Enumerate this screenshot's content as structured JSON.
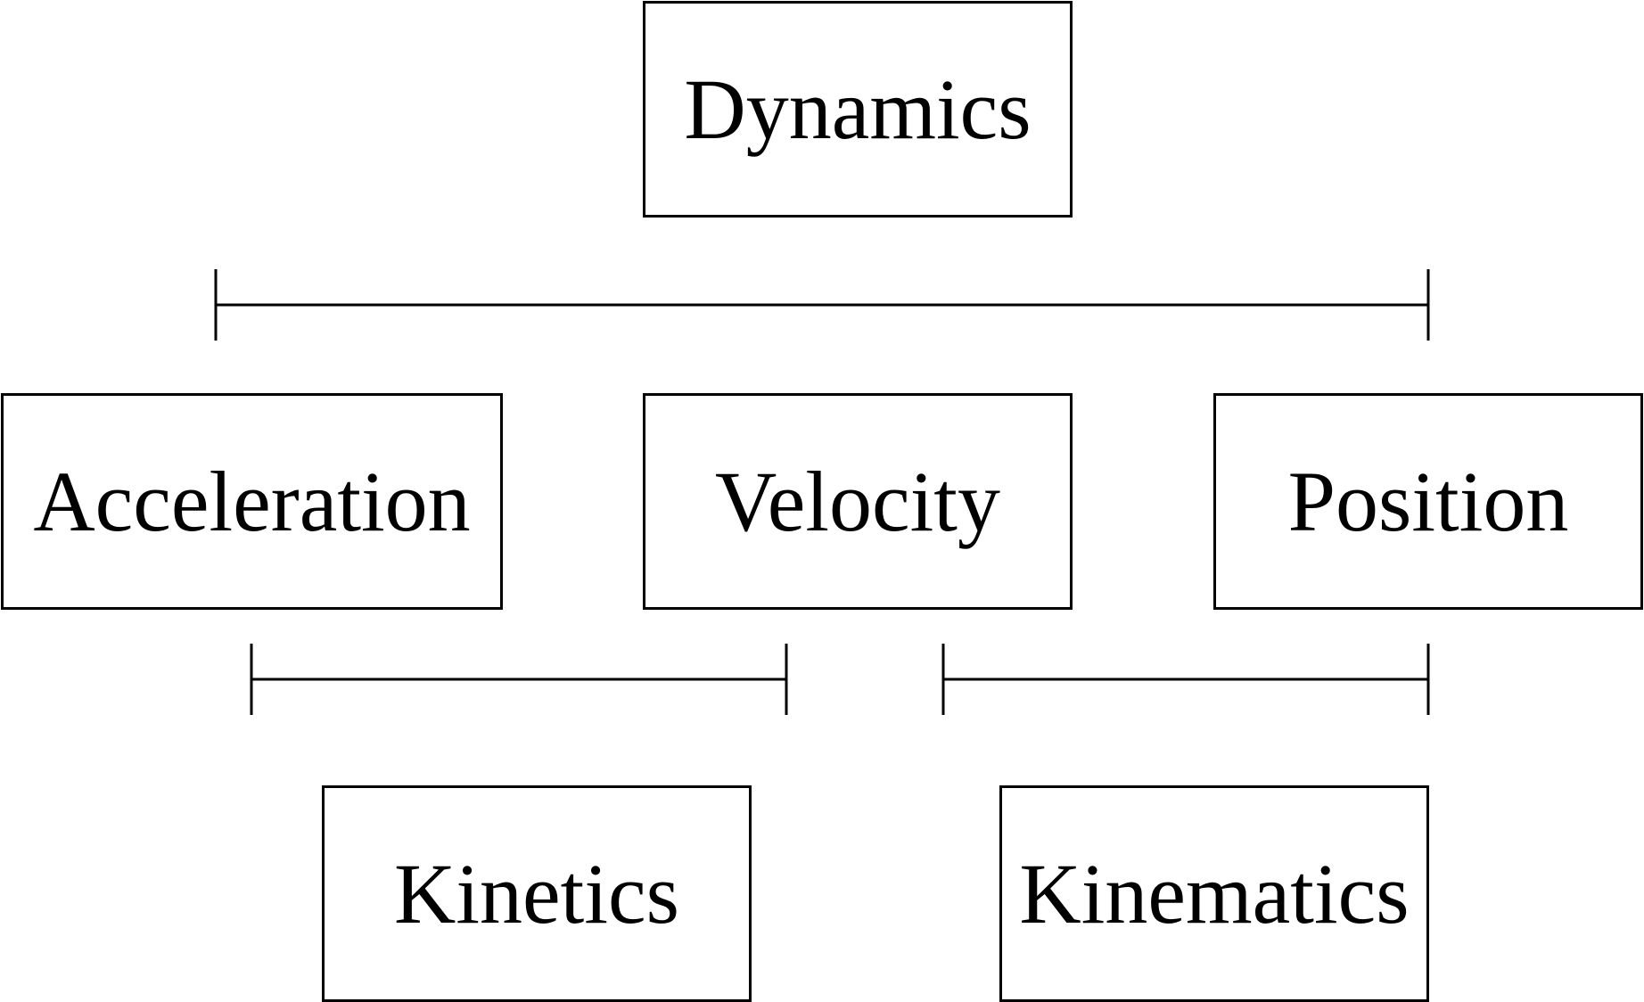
{
  "diagram": {
    "nodes": {
      "dynamics": "Dynamics",
      "acceleration": "Acceleration",
      "velocity": "Velocity",
      "position": "Position",
      "kinetics": "Kinetics",
      "kinematics": "Kinematics"
    },
    "spans": [
      {
        "from": "acceleration",
        "to": "position",
        "parent": "dynamics"
      },
      {
        "from": "acceleration",
        "to": "velocity",
        "parent": "kinetics"
      },
      {
        "from": "velocity",
        "to": "position",
        "parent": "kinematics"
      }
    ],
    "colors": {
      "stroke": "#000000",
      "fill": "#ffffff",
      "text": "#000000"
    }
  }
}
